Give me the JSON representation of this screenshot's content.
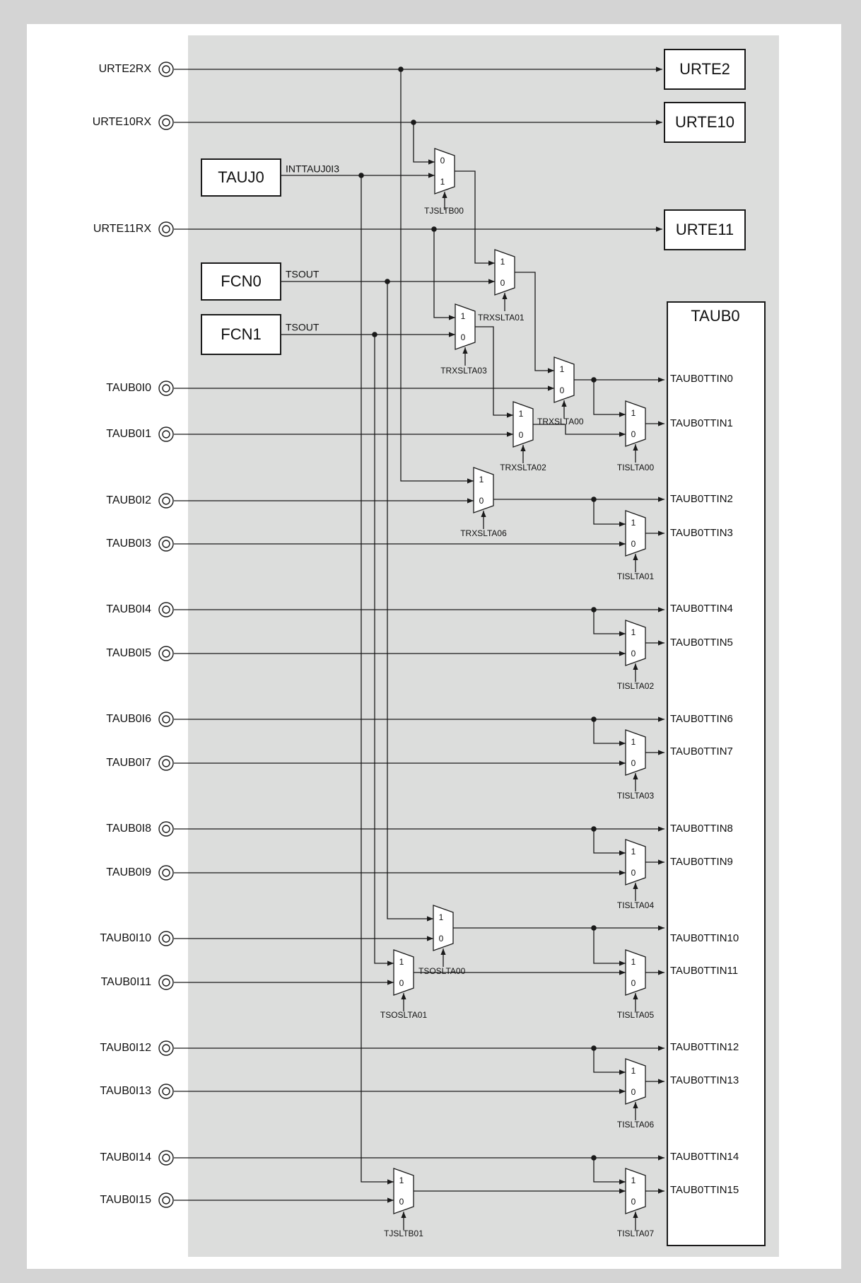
{
  "inputs": [
    {
      "id": "URTE2RX",
      "label": "URTE2RX"
    },
    {
      "id": "URTE10RX",
      "label": "URTE10RX"
    },
    {
      "id": "URTE11RX",
      "label": "URTE11RX"
    },
    {
      "id": "TAUB0I0",
      "label": "TAUB0I0"
    },
    {
      "id": "TAUB0I1",
      "label": "TAUB0I1"
    },
    {
      "id": "TAUB0I2",
      "label": "TAUB0I2"
    },
    {
      "id": "TAUB0I3",
      "label": "TAUB0I3"
    },
    {
      "id": "TAUB0I4",
      "label": "TAUB0I4"
    },
    {
      "id": "TAUB0I5",
      "label": "TAUB0I5"
    },
    {
      "id": "TAUB0I6",
      "label": "TAUB0I6"
    },
    {
      "id": "TAUB0I7",
      "label": "TAUB0I7"
    },
    {
      "id": "TAUB0I8",
      "label": "TAUB0I8"
    },
    {
      "id": "TAUB0I9",
      "label": "TAUB0I9"
    },
    {
      "id": "TAUB0I10",
      "label": "TAUB0I10"
    },
    {
      "id": "TAUB0I11",
      "label": "TAUB0I11"
    },
    {
      "id": "TAUB0I12",
      "label": "TAUB0I12"
    },
    {
      "id": "TAUB0I13",
      "label": "TAUB0I13"
    },
    {
      "id": "TAUB0I14",
      "label": "TAUB0I14"
    },
    {
      "id": "TAUB0I15",
      "label": "TAUB0I15"
    }
  ],
  "blocks": [
    {
      "id": "URTE2",
      "label": "URTE2"
    },
    {
      "id": "URTE10",
      "label": "URTE10"
    },
    {
      "id": "URTE11",
      "label": "URTE11"
    },
    {
      "id": "TAUJ0",
      "label": "TAUJ0"
    },
    {
      "id": "FCN0",
      "label": "FCN0"
    },
    {
      "id": "FCN1",
      "label": "FCN1"
    },
    {
      "id": "TAUB0",
      "label": "TAUB0"
    }
  ],
  "signals": [
    {
      "id": "INTTAUJ0I3",
      "label": "INTTAUJ0I3"
    },
    {
      "id": "TSOUT0",
      "label": "TSOUT"
    },
    {
      "id": "TSOUT1",
      "label": "TSOUT"
    }
  ],
  "muxes": [
    {
      "id": "TJSLTB00",
      "label": "TJSLTB00",
      "in_top": "0",
      "in_bot": "1"
    },
    {
      "id": "TRXSLTA01",
      "label": "TRXSLTA01",
      "in_top": "1",
      "in_bot": "0"
    },
    {
      "id": "TRXSLTA03",
      "label": "TRXSLTA03",
      "in_top": "1",
      "in_bot": "0"
    },
    {
      "id": "TRXSLTA00",
      "label": "TRXSLTA00",
      "in_top": "1",
      "in_bot": "0"
    },
    {
      "id": "TRXSLTA02",
      "label": "TRXSLTA02",
      "in_top": "1",
      "in_bot": "0"
    },
    {
      "id": "TRXSLTA06",
      "label": "TRXSLTA06",
      "in_top": "1",
      "in_bot": "0"
    },
    {
      "id": "TISLTA00",
      "label": "TISLTA00",
      "in_top": "1",
      "in_bot": "0"
    },
    {
      "id": "TISLTA01",
      "label": "TISLTA01",
      "in_top": "1",
      "in_bot": "0"
    },
    {
      "id": "TISLTA02",
      "label": "TISLTA02",
      "in_top": "1",
      "in_bot": "0"
    },
    {
      "id": "TISLTA03",
      "label": "TISLTA03",
      "in_top": "1",
      "in_bot": "0"
    },
    {
      "id": "TISLTA04",
      "label": "TISLTA04",
      "in_top": "1",
      "in_bot": "0"
    },
    {
      "id": "TSOSLTA00",
      "label": "TSOSLTA00",
      "in_top": "1",
      "in_bot": "0"
    },
    {
      "id": "TSOSLTA01",
      "label": "TSOSLTA01",
      "in_top": "1",
      "in_bot": "0"
    },
    {
      "id": "TISLTA05",
      "label": "TISLTA05",
      "in_top": "1",
      "in_bot": "0"
    },
    {
      "id": "TISLTA06",
      "label": "TISLTA06",
      "in_top": "1",
      "in_bot": "0"
    },
    {
      "id": "TJSLTB01",
      "label": "TJSLTB01",
      "in_top": "1",
      "in_bot": "0"
    },
    {
      "id": "TISLTA07",
      "label": "TISLTA07",
      "in_top": "1",
      "in_bot": "0"
    }
  ],
  "outputs": [
    {
      "id": "TAUB0TTIN0",
      "label": "TAUB0TTIN0"
    },
    {
      "id": "TAUB0TTIN1",
      "label": "TAUB0TTIN1"
    },
    {
      "id": "TAUB0TTIN2",
      "label": "TAUB0TTIN2"
    },
    {
      "id": "TAUB0TTIN3",
      "label": "TAUB0TTIN3"
    },
    {
      "id": "TAUB0TTIN4",
      "label": "TAUB0TTIN4"
    },
    {
      "id": "TAUB0TTIN5",
      "label": "TAUB0TTIN5"
    },
    {
      "id": "TAUB0TTIN6",
      "label": "TAUB0TTIN6"
    },
    {
      "id": "TAUB0TTIN7",
      "label": "TAUB0TTIN7"
    },
    {
      "id": "TAUB0TTIN8",
      "label": "TAUB0TTIN8"
    },
    {
      "id": "TAUB0TTIN9",
      "label": "TAUB0TTIN9"
    },
    {
      "id": "TAUB0TTIN10",
      "label": "TAUB0TTIN10"
    },
    {
      "id": "TAUB0TTIN11",
      "label": "TAUB0TTIN11"
    },
    {
      "id": "TAUB0TTIN12",
      "label": "TAUB0TTIN12"
    },
    {
      "id": "TAUB0TTIN13",
      "label": "TAUB0TTIN13"
    },
    {
      "id": "TAUB0TTIN14",
      "label": "TAUB0TTIN14"
    },
    {
      "id": "TAUB0TTIN15",
      "label": "TAUB0TTIN15"
    }
  ],
  "colors": {
    "outer": "#d4d4d4",
    "page": "#ffffff",
    "panel": "#dcdddc",
    "line": "#1a1a1a"
  }
}
